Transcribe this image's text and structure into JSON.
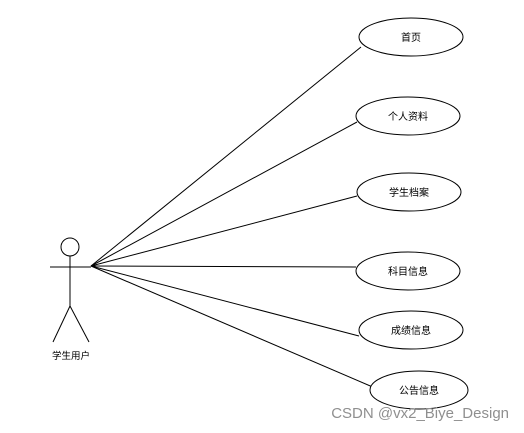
{
  "diagram": {
    "actor": {
      "label": "学生用户"
    },
    "use_cases": [
      {
        "label": "首页"
      },
      {
        "label": "个人资料"
      },
      {
        "label": "学生档案"
      },
      {
        "label": "科目信息"
      },
      {
        "label": "成绩信息"
      },
      {
        "label": "公告信息"
      }
    ]
  },
  "watermark": {
    "text": "CSDN @vx2_Biye_Design"
  }
}
